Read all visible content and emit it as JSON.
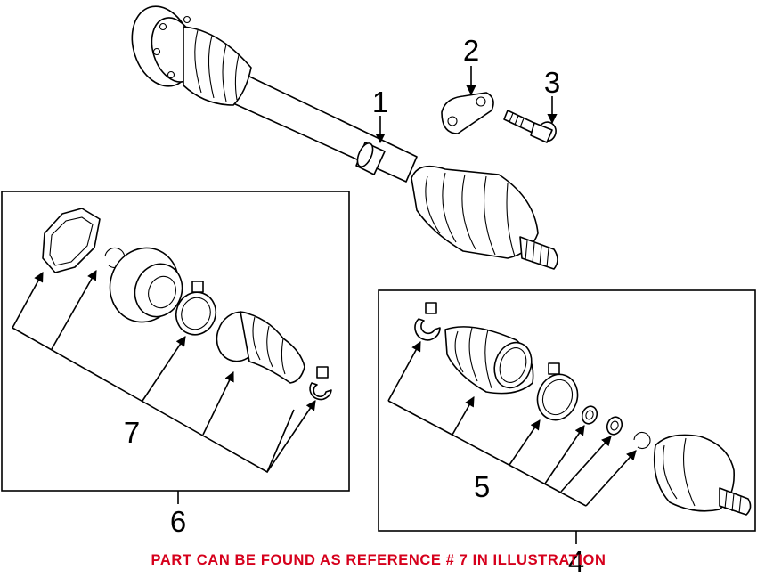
{
  "diagram": {
    "callouts": [
      "1",
      "2",
      "3",
      "4",
      "5",
      "6",
      "7"
    ],
    "note": "PART CAN BE FOUND AS REFERENCE # 7 IN ILLUSTRATION",
    "colors": {
      "note": "#d6001c",
      "line": "#000000",
      "background": "#ffffff"
    }
  }
}
